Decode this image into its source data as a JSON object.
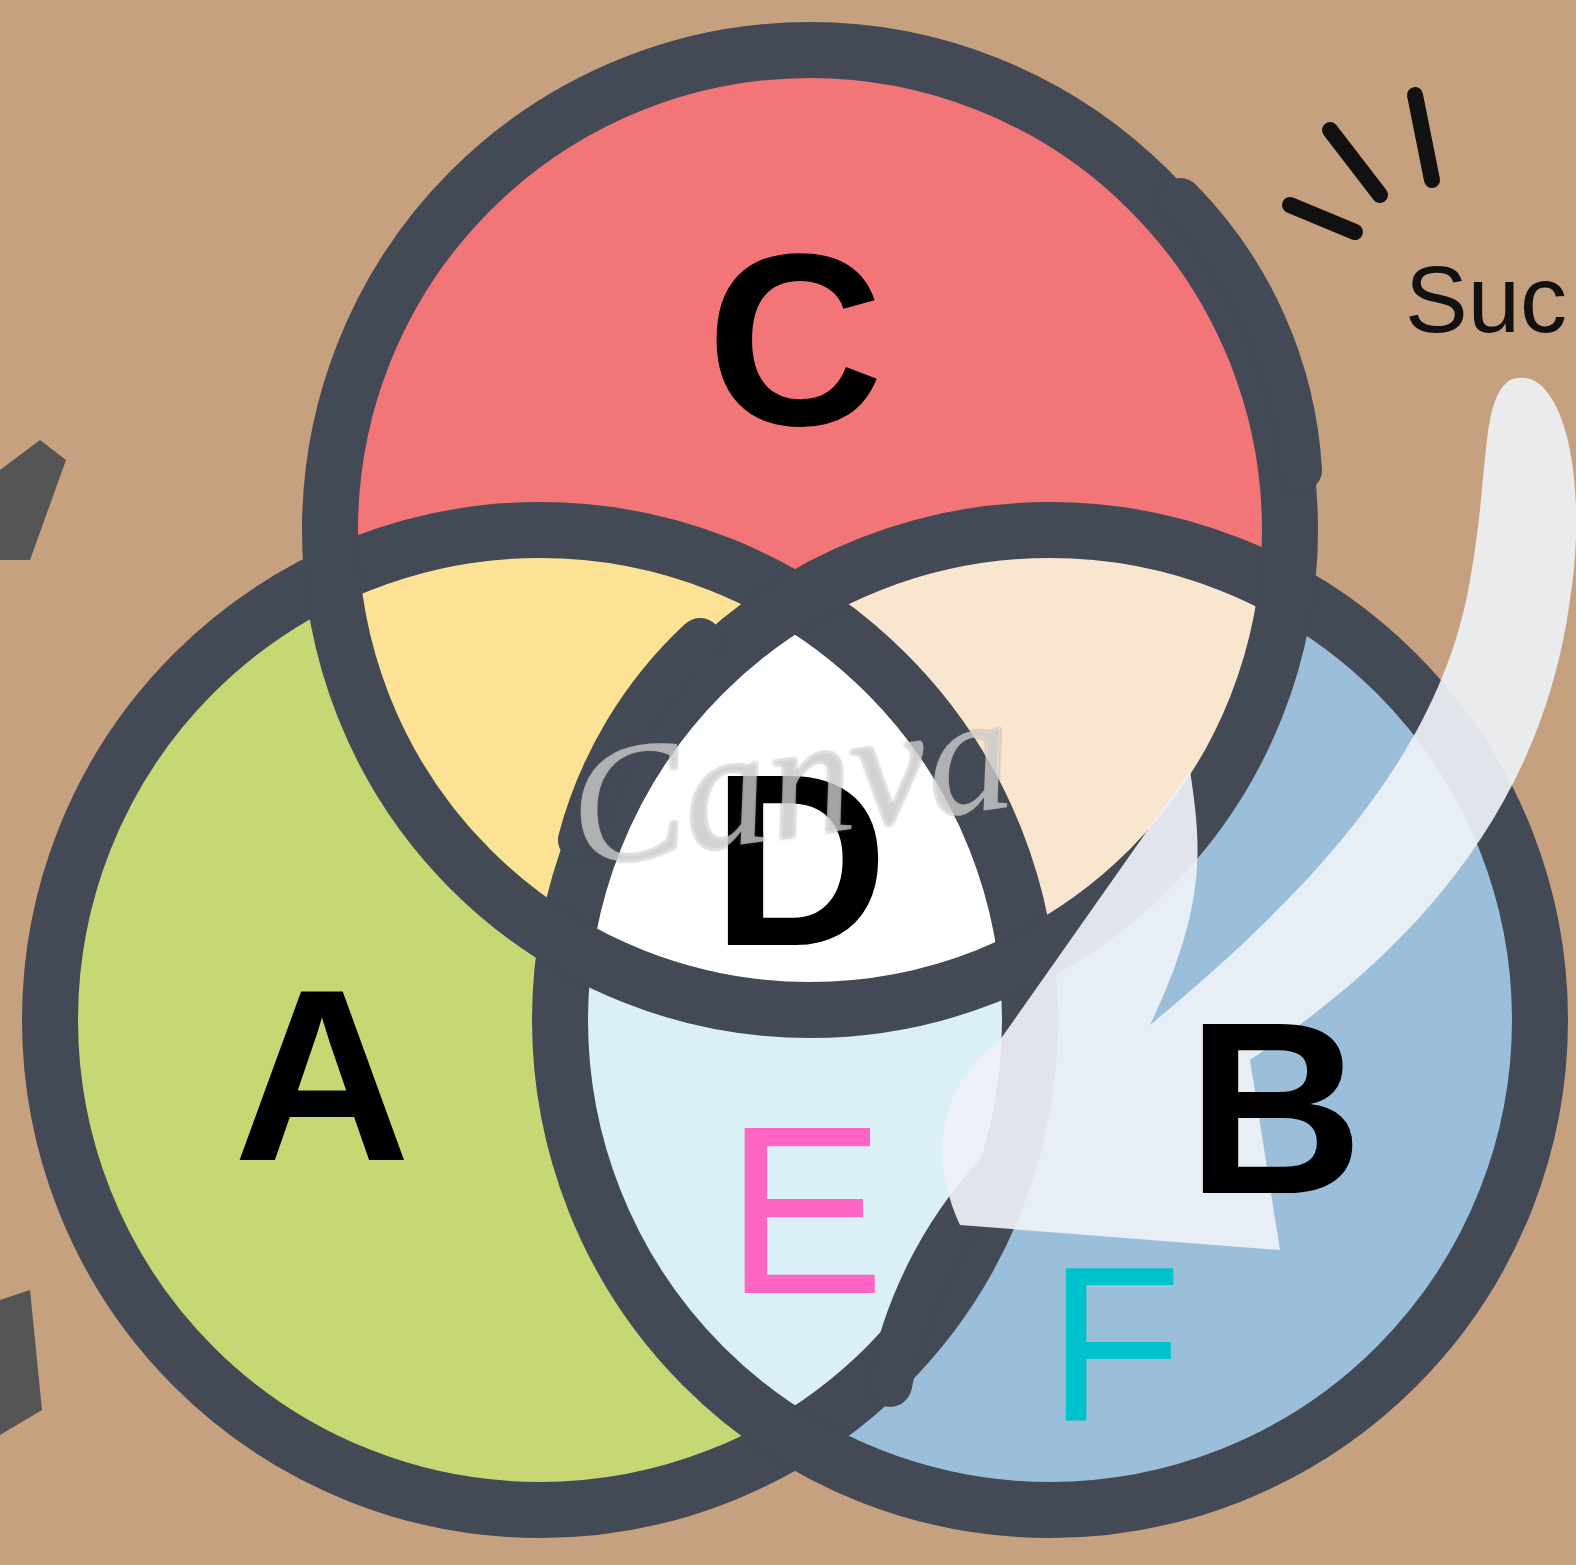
{
  "diagram": {
    "labels": [
      "C",
      "D",
      "A",
      "E",
      "B",
      "F",
      "Suc",
      "Canva"
    ]
  }
}
